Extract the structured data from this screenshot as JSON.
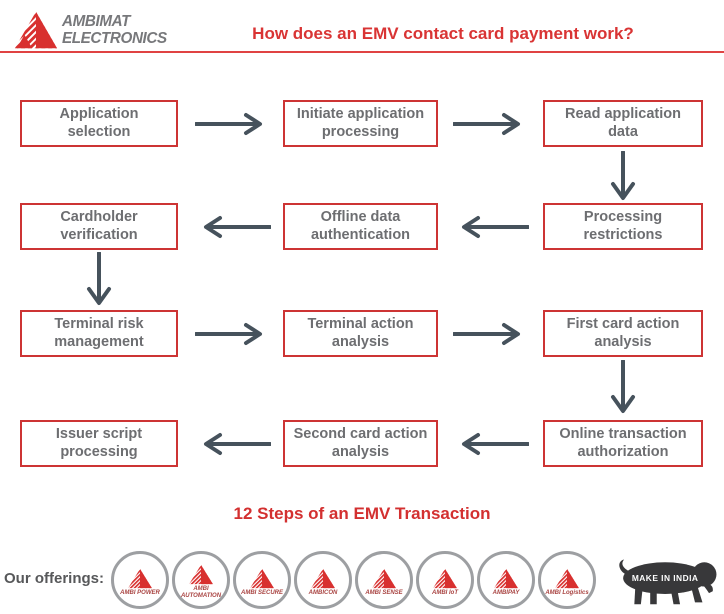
{
  "header": {
    "logo_line1": "AMBIMAT",
    "logo_line2": "ELECTRONICS",
    "title": "How does an EMV contact card payment work?"
  },
  "steps": [
    {
      "label": "Application selection"
    },
    {
      "label": "Initiate application processing"
    },
    {
      "label": "Read application data"
    },
    {
      "label": "Processing restrictions"
    },
    {
      "label": "Offline data authentication"
    },
    {
      "label": "Cardholder verification"
    },
    {
      "label": "Terminal risk management"
    },
    {
      "label": "Terminal action analysis"
    },
    {
      "label": "First card action analysis"
    },
    {
      "label": "Online transaction authorization"
    },
    {
      "label": "Second card action analysis"
    },
    {
      "label": "Issuer script processing"
    }
  ],
  "caption": "12 Steps of an EMV Transaction",
  "footer": {
    "offerings_label": "Our offerings:",
    "offerings": [
      {
        "name": "AMBI POWER"
      },
      {
        "name": "AMBI AUTOMATION"
      },
      {
        "name": "AMBI SECURE"
      },
      {
        "name": "AMBICON"
      },
      {
        "name": "AMBI SENSE"
      },
      {
        "name": "AMBI IoT"
      },
      {
        "name": "AMBIPAY"
      },
      {
        "name": "AMBI Logistics"
      }
    ],
    "make_in_india": "MAKE IN INDIA"
  },
  "colors": {
    "accent_red": "#d93434",
    "box_border_red": "#cd3434",
    "box_text_gray": "#6d6e71",
    "arrow_slate": "#46525c",
    "logo_red": "#d8302f",
    "badge_ring_gray": "#9d9fa2",
    "lion_dark": "#38383a"
  }
}
